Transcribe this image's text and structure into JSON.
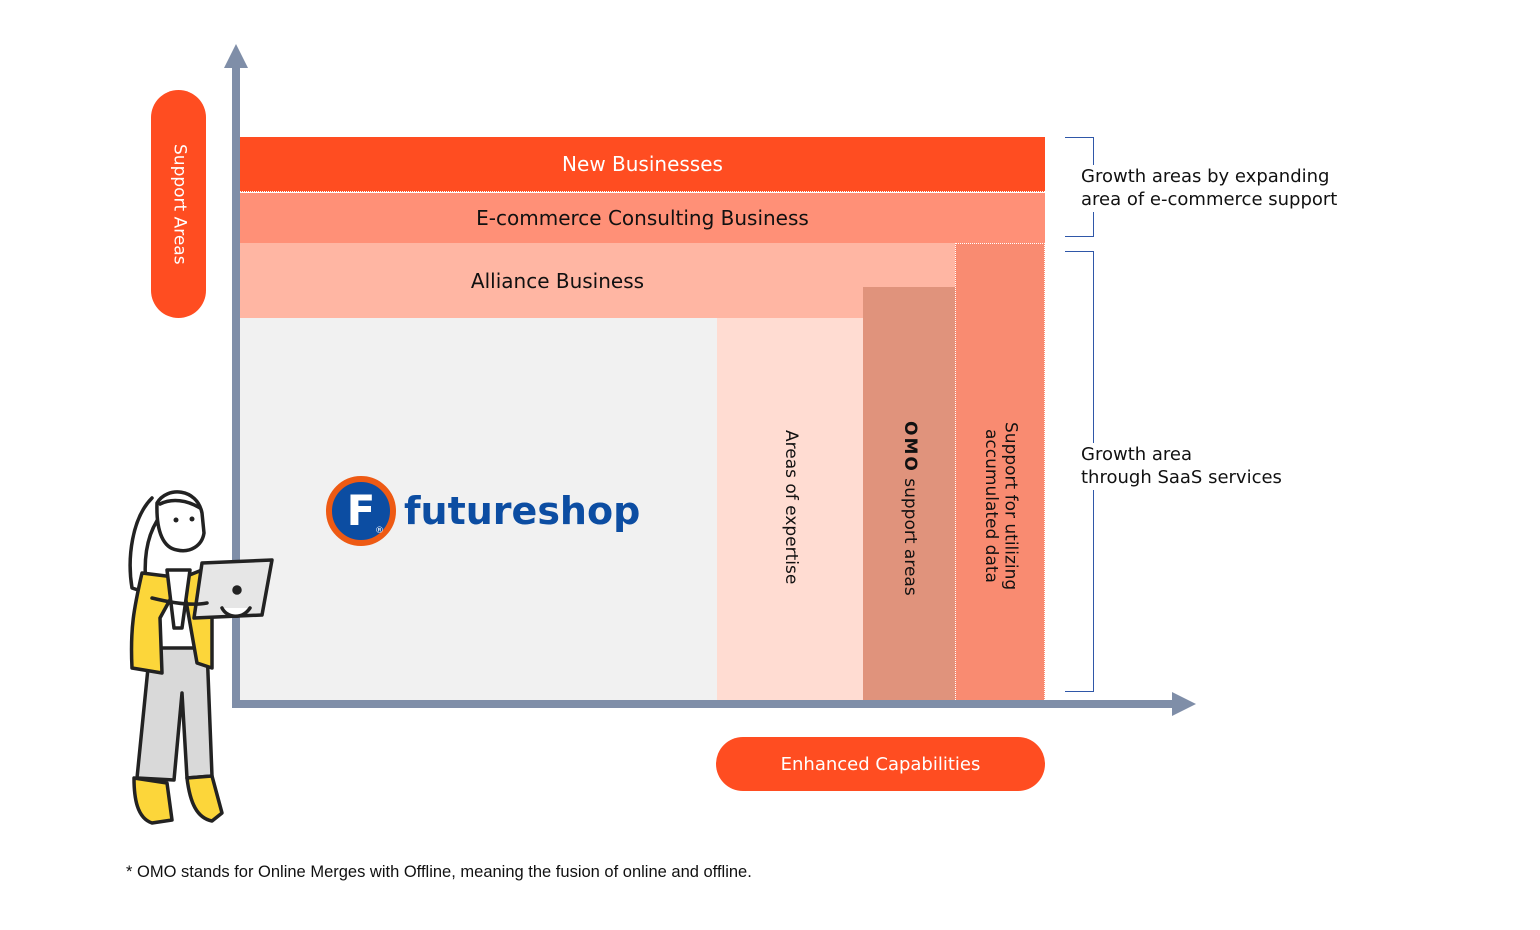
{
  "axes": {
    "y_label": "Support Areas",
    "x_label": "Enhanced Capabilities"
  },
  "blocks": {
    "new_businesses": "New Businesses",
    "ecommerce_consulting": "E-commerce Consulting Business",
    "alliance": "Alliance Business",
    "areas_of_expertise": "Areas of expertise",
    "omo_prefix": "OMO",
    "omo_suffix": " support areas",
    "accumulated_data_line1": "Support for utilizing",
    "accumulated_data_line2": "accumulated data"
  },
  "logo": {
    "letter": "F",
    "mark": "®",
    "name": "futureshop"
  },
  "annotations": {
    "top_line1": "Growth areas by expanding",
    "top_line2": "area of e-commerce support",
    "bottom_line1": "Growth area",
    "bottom_line2": "through SaaS services"
  },
  "footnote": "* OMO stands for Online Merges with Offline, meaning the fusion of online and offline.",
  "colors": {
    "accent": "#ff4d21",
    "ecommerce": "#ff9077",
    "alliance": "#ffb6a3",
    "expertise": "#ffdcd2",
    "omo": "#e0937c",
    "data_support": "#f98b71",
    "base": "#f1f1f1",
    "axis": "#7f8ea8",
    "bracket": "#2f57a8",
    "logo_blue": "#0c4da2",
    "logo_orange": "#ee5a14"
  }
}
